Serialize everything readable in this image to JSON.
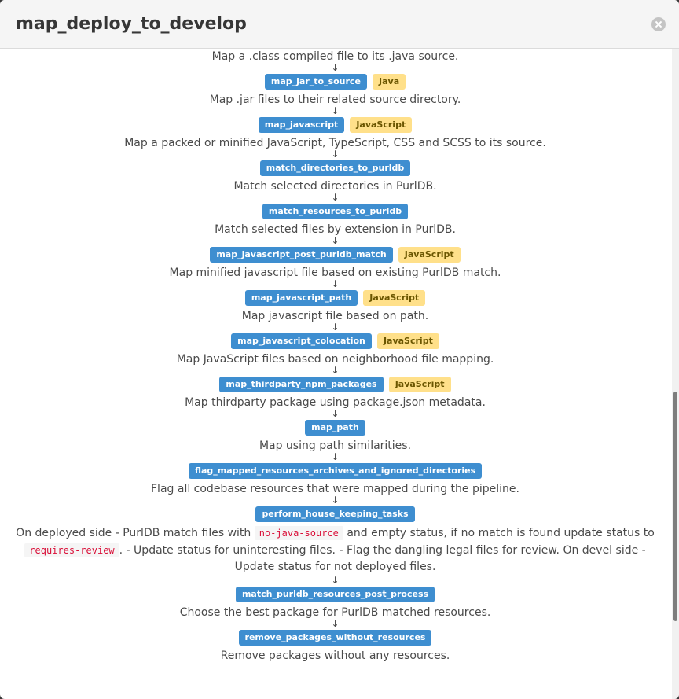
{
  "modal": {
    "title": "map_deploy_to_develop"
  },
  "arrow": "↓",
  "first_desc": "Map a .class compiled file to its .java source.",
  "steps": [
    {
      "name": "map_jar_to_source",
      "lang": "Java",
      "desc": "Map .jar files to their related source directory."
    },
    {
      "name": "map_javascript",
      "lang": "JavaScript",
      "desc": "Map a packed or minified JavaScript, TypeScript, CSS and SCSS to its source."
    },
    {
      "name": "match_directories_to_purldb",
      "lang": "",
      "desc": "Match selected directories in PurlDB."
    },
    {
      "name": "match_resources_to_purldb",
      "lang": "",
      "desc": "Match selected files by extension in PurlDB."
    },
    {
      "name": "map_javascript_post_purldb_match",
      "lang": "JavaScript",
      "desc": "Map minified javascript file based on existing PurlDB match."
    },
    {
      "name": "map_javascript_path",
      "lang": "JavaScript",
      "desc": "Map javascript file based on path."
    },
    {
      "name": "map_javascript_colocation",
      "lang": "JavaScript",
      "desc": "Map JavaScript files based on neighborhood file mapping."
    },
    {
      "name": "map_thirdparty_npm_packages",
      "lang": "JavaScript",
      "desc": "Map thirdparty package using package.json metadata."
    },
    {
      "name": "map_path",
      "lang": "",
      "desc": "Map using path similarities."
    },
    {
      "name": "flag_mapped_resources_archives_and_ignored_directories",
      "lang": "",
      "desc": "Flag all codebase resources that were mapped during the pipeline."
    }
  ],
  "housekeeping": {
    "name": "perform_house_keeping_tasks",
    "desc_part1": "On deployed side - PurlDB match files with ",
    "code1": "no-java-source",
    "desc_part2": " and empty status, if no match is found update status to ",
    "code2": "requires-review",
    "desc_part3": ". - Update status for uninteresting files. - Flag the dangling legal files for review. On devel side - Update status for not deployed files."
  },
  "final_steps": [
    {
      "name": "match_purldb_resources_post_process",
      "lang": "",
      "desc": "Choose the best package for PurlDB matched resources."
    },
    {
      "name": "remove_packages_without_resources",
      "lang": "",
      "desc": "Remove packages without any resources."
    }
  ]
}
